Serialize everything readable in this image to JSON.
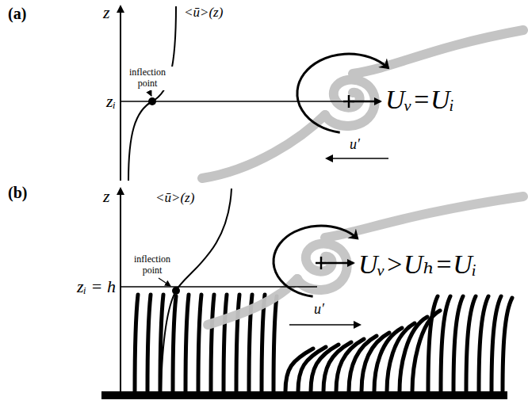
{
  "diagram": {
    "labels": [
      "(a)",
      "z",
      "<ū>(z)",
      "inflection point",
      "zᵢ",
      "Uᵥ=Uᵢ",
      "u′",
      "(b)",
      "z",
      "<ū>(z)",
      "inflection point",
      "zᵢ = h",
      "Uᵥ>Uₕ=Uᵢ",
      "u′"
    ]
  }
}
